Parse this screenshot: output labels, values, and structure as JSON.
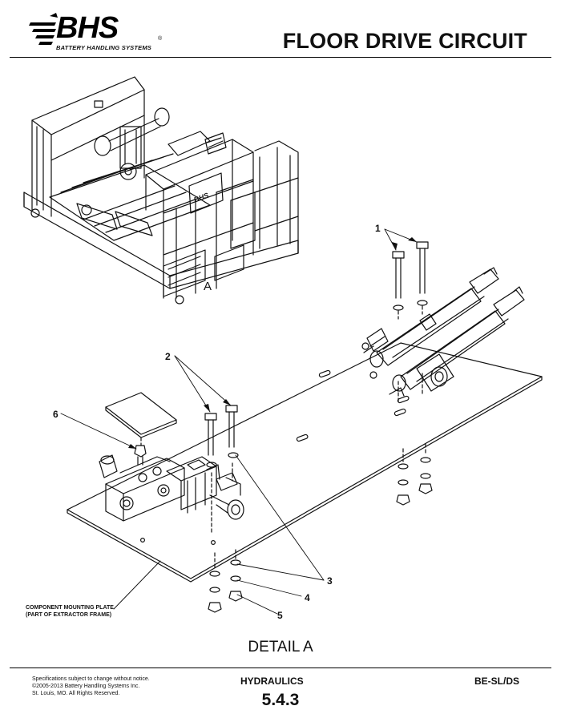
{
  "header": {
    "logo_word": "BHS",
    "logo_tagline": "BATTERY HANDLING SYSTEMS",
    "logo_reg": "®",
    "title": "FLOOR DRIVE CIRCUIT"
  },
  "drawing": {
    "detail_marker": "A",
    "callouts": [
      "1",
      "2",
      "3",
      "4",
      "5",
      "6"
    ],
    "plate_note": [
      "COMPONENT MOUNTING PLATE",
      "(PART OF EXTRACTOR FRAME)"
    ],
    "detail_label": "DETAIL A",
    "unit_badge": "BHS"
  },
  "footer": {
    "legal": [
      "Specifications subject to change without notice.",
      "©2005-2013 Battery Handling Systems Inc.",
      "St. Louis, MO.  All Rights Reserved."
    ],
    "section": "HYDRAULICS",
    "section_number": "5.4.3",
    "model": "BE-SL/DS"
  },
  "colors": {
    "ink": "#111111",
    "paper": "#ffffff"
  }
}
